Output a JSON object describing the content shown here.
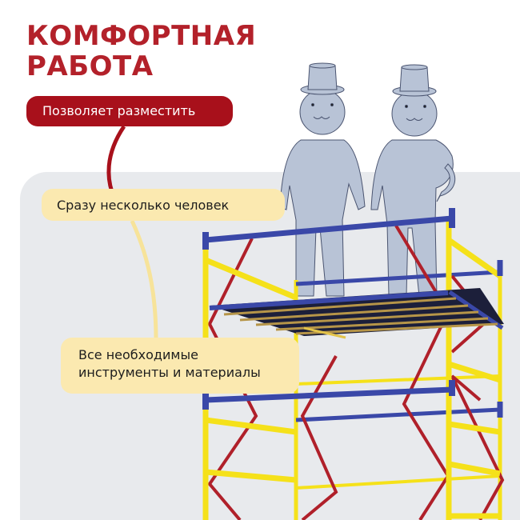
{
  "header": {
    "title_line1": "КОМФОРТНАЯ",
    "title_line2": "РАБОТА"
  },
  "callouts": {
    "primary": "Позволяет разместить",
    "point1": "Сразу несколько человек",
    "point2_line1": "Все необходимые",
    "point2_line2": "инструменты и материалы"
  },
  "illustration": {
    "subject": "scaffold-tower-with-two-figures",
    "figures": [
      "top-hat-figure-left",
      "top-hat-figure-right"
    ]
  },
  "colors": {
    "accent_red": "#b3212a",
    "callout_red": "#a8101b",
    "callout_yellow": "#fbe9b0",
    "connector_yellow": "#f7e39a",
    "panel_gray": "#e8eaed",
    "scaffold_yellow": "#f5e11a",
    "scaffold_blue": "#3a48a8",
    "scaffold_red": "#b0202a",
    "figure_fill": "#b8c3d6",
    "figure_stroke": "#4a5470"
  }
}
